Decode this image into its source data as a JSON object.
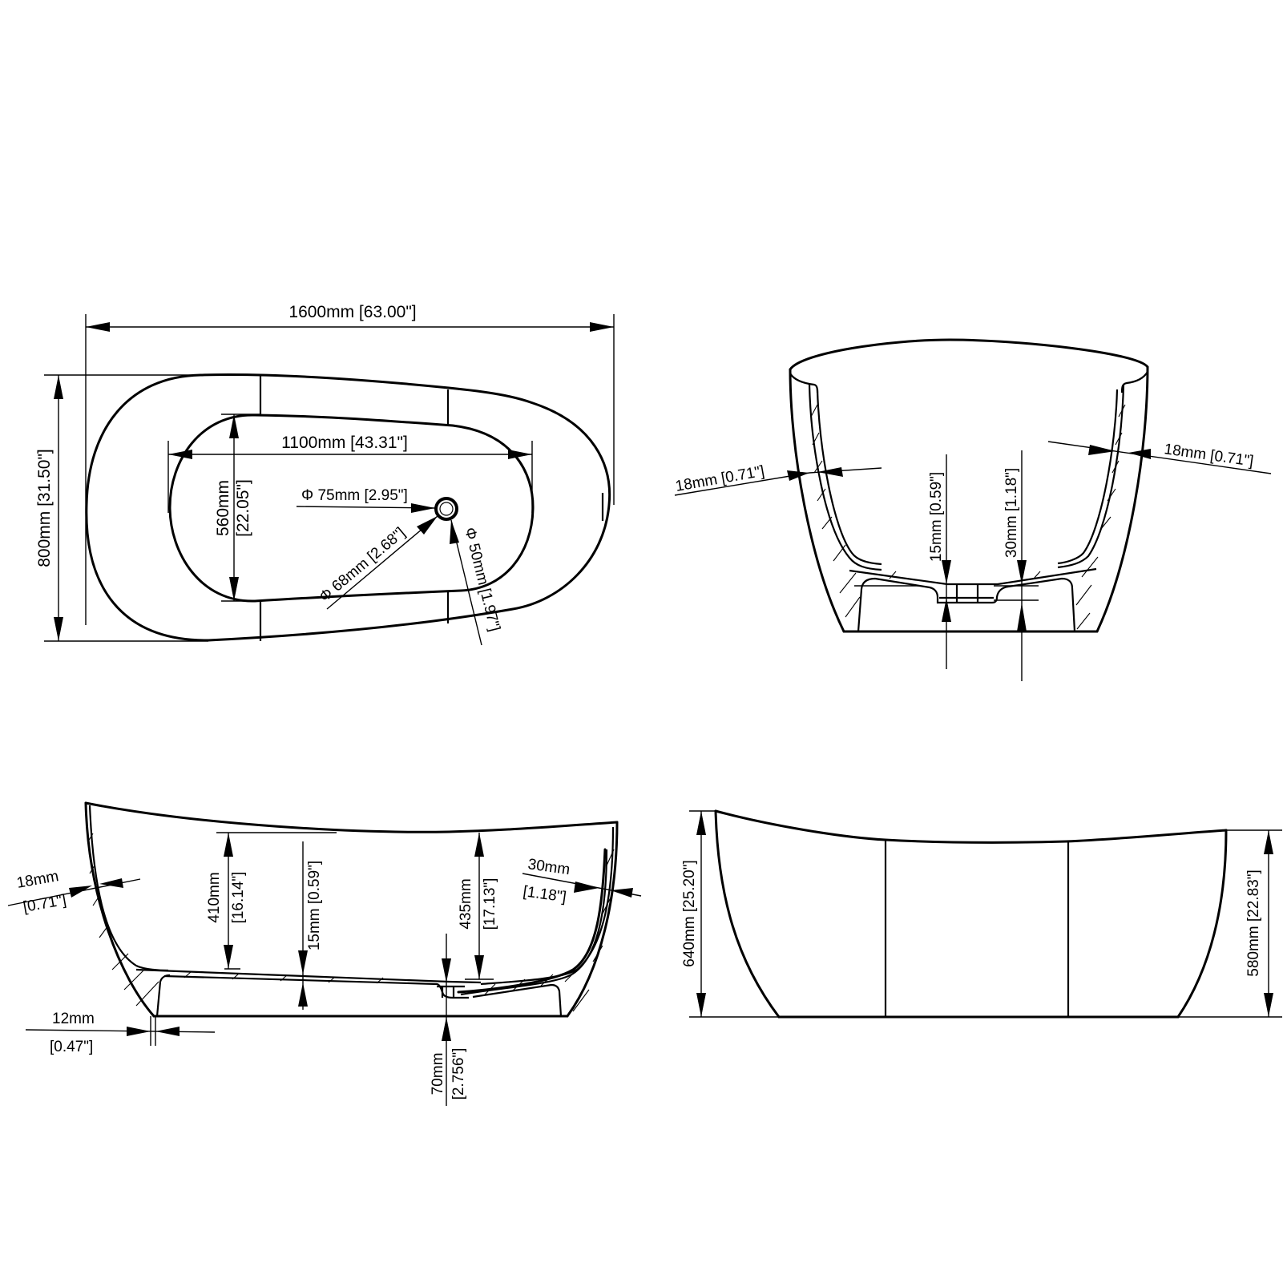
{
  "colors": {
    "line": "#000000",
    "background": "#ffffff"
  },
  "views": {
    "plan": {
      "overall_length": "1600mm [63.00\"]",
      "overall_width": "800mm [31.50\"]",
      "inner_length": "1100mm [43.31\"]",
      "inner_width_mm": "560mm",
      "inner_width_in": "[22.05\"]",
      "overflow_dia": "Φ 75mm [2.95\"]",
      "drain_dia_68": "Φ 68mm [2.68\"]",
      "drain_dia_50": "Φ 50mm [1.97\"]"
    },
    "end_section": {
      "wall_left": "18mm [0.71\"]",
      "wall_right": "18mm [0.71\"]",
      "floor_thickness": "15mm [0.59\"]",
      "drain_depth": "30mm [1.18\"]"
    },
    "side_section": {
      "wall_mm": "18mm",
      "wall_in": "[0.71\"]",
      "depth_410_mm": "410mm",
      "depth_410_in": "[16.14\"]",
      "floor_mm": "15mm [0.59\"]",
      "depth_435_mm": "435mm",
      "depth_435_in": "[17.13\"]",
      "overflow_wall_mm": "30mm",
      "overflow_wall_in": "[1.18\"]",
      "base_edge_mm": "12mm",
      "base_edge_in": "[0.47\"]",
      "drain_height_mm": "70mm",
      "drain_height_in": "[2.756\"]"
    },
    "side_elevation": {
      "height_high": "640mm [25.20\"]",
      "height_low": "580mm [22.83\"]"
    }
  }
}
